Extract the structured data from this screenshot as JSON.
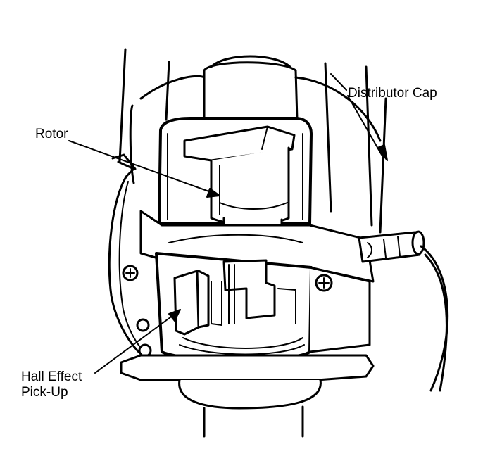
{
  "labels": {
    "distributor_cap": "Distributor Cap",
    "rotor": "Rotor",
    "hall_effect_line1": "Hall Effect",
    "hall_effect_line2": "Pick-Up"
  },
  "colors": {
    "ink": "#000000",
    "paper": "#ffffff"
  }
}
